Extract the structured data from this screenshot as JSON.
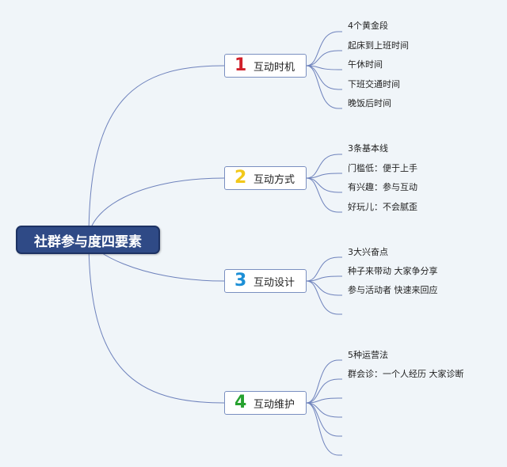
{
  "root": {
    "label": "社群参与度四要素"
  },
  "colors": {
    "background": "#f0f5f9",
    "root_fill": "#2f4a86",
    "line": "#6e82bc",
    "num_1": "#d0202a",
    "num_2": "#f2c81a",
    "num_3": "#1c8fd6",
    "num_4": "#27a22f"
  },
  "branches": [
    {
      "number": "1",
      "label": "互动时机",
      "leaves": [
        "4个黄金段",
        "起床到上班时间",
        "午休时间",
        "下班交通时间",
        "晚饭后时间"
      ]
    },
    {
      "number": "2",
      "label": "互动方式",
      "leaves": [
        "3条基本线",
        "门槛低：便于上手",
        "有兴趣：参与互动",
        "好玩儿：不会腻歪"
      ]
    },
    {
      "number": "3",
      "label": "互动设计",
      "leaves": [
        "3大兴奋点",
        "种子来带动 大家争分享",
        "参与活动者 快速来回应",
        ""
      ]
    },
    {
      "number": "4",
      "label": "互动维护",
      "leaves": [
        "5种运营法",
        "群会诊：一个人经历 大家诊断",
        "",
        "",
        "",
        ""
      ]
    }
  ]
}
